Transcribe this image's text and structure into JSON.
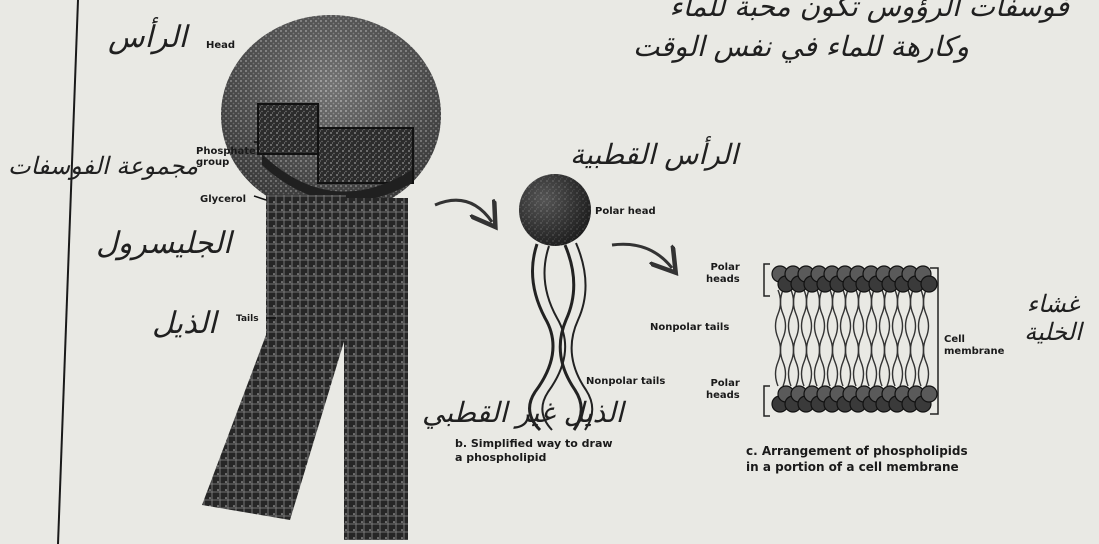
{
  "handwritten": {
    "top_line1": "فوسفات الرؤوس تكون محبة للماء",
    "top_line2": "وكارهة للماء في نفس الوقت",
    "head": "الرأس",
    "phosphate": "مجموعة الفوسفات",
    "glycerol": "الجليسرول",
    "tails": "الذيل",
    "polar_head": "الرأس القطبية",
    "nonpolar_tail": "الذيل غير القطبي",
    "membrane": "غشاء الخلية"
  },
  "labels": {
    "head": "Head",
    "phosphate_group": "Phosphate\ngroup",
    "glycerol": "Glycerol",
    "tails": "Tails",
    "polar_head": "Polar head",
    "nonpolar_tails": "Nonpolar tails",
    "polar_heads_top": "Polar\nheads",
    "nonpolar_tails_mid": "Nonpolar tails",
    "polar_heads_bottom": "Polar\nheads",
    "cell_membrane": "Cell\nmembrane"
  },
  "captions": {
    "b": "b. Simplified way to draw\na phospholipid",
    "c": "c. Arrangement of phospholipids\nin a portion of a cell membrane"
  },
  "colors": {
    "paper": "#e9e9e4",
    "ink": "#1c1c1c"
  }
}
